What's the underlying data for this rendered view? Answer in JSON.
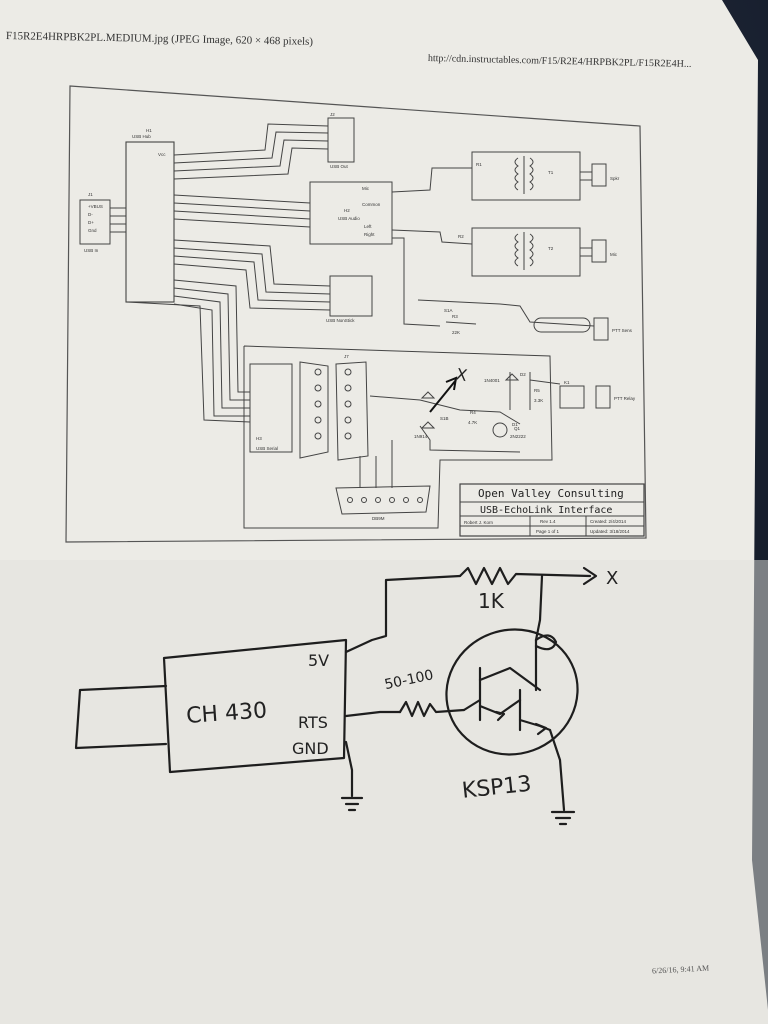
{
  "header": {
    "filename": "F15R2E4HRPBK2PL.MEDIUM.jpg (JPEG Image, 620 × 468 pixels)",
    "url": "http://cdn.instructables.com/F15/R2E4/HRPBK2PL/F15R2E4H..."
  },
  "schematic": {
    "labels": {
      "usb_hub": "USB Hub",
      "hub_ref": "H1",
      "usb_in": "USB In",
      "usb_in_ref": "J1",
      "usb_out": "USB Out",
      "usb_out_ref": "J2",
      "usb_audio": "USB Audio",
      "audio_ref": "H2",
      "usb_nonstick": "USB NonStick",
      "usb_serial": "USB Serial",
      "serial_ref": "H3",
      "db9_top": "J7",
      "db9_bottom": "DB9M",
      "speaker": "Spkr",
      "mic": "Mic",
      "ptt_sens": "PTT Sens",
      "ptt_relay": "PTT Relay",
      "t1": "T1",
      "t2": "T2",
      "r1": "R1",
      "r2": "R2",
      "r3": "R3",
      "r3_val": "22K",
      "r4": "R4",
      "r4_val": "4.7K",
      "r5": "R5",
      "r5_val": "3.3K",
      "d1": "D1",
      "d2": "D2",
      "q1": "Q1",
      "q1_val": "2N2222",
      "s1a": "S1A",
      "s1b": "S1B",
      "k1": "K1",
      "diode_part": "1N4001",
      "diode_part2": "1N914",
      "vbus": "+VBUS",
      "dm": "D-",
      "dp": "D+",
      "gnd": "Gnd",
      "vcc": "Vcc",
      "mic_pin": "Mic",
      "common": "Common",
      "left": "Left",
      "right": "Right"
    },
    "title_block": {
      "company": "Open Valley Consulting",
      "title": "USB-EchoLink Interface",
      "author": "Robert J. Korn",
      "rev": "Rev 1.4",
      "page": "Page 1 of 1",
      "created": "Created: 2/4/2014",
      "updated": "Updated: 3/18/2014"
    },
    "annotation_x": "X"
  },
  "handdrawn": {
    "resistor_1k": "1K",
    "output_x": "X",
    "chip": "CH 430",
    "pin_5v": "5V",
    "pin_rts": "RTS",
    "pin_gnd": "GND",
    "resistor_range": "50-100",
    "transistor": "KSP13"
  },
  "footer": {
    "timestamp": "6/26/16, 9:41 AM"
  },
  "colors": {
    "paper": "#ecebe6",
    "ink": "#1e1e1e",
    "schematic_line": "#3a3a3a",
    "background": "#1a2333"
  }
}
